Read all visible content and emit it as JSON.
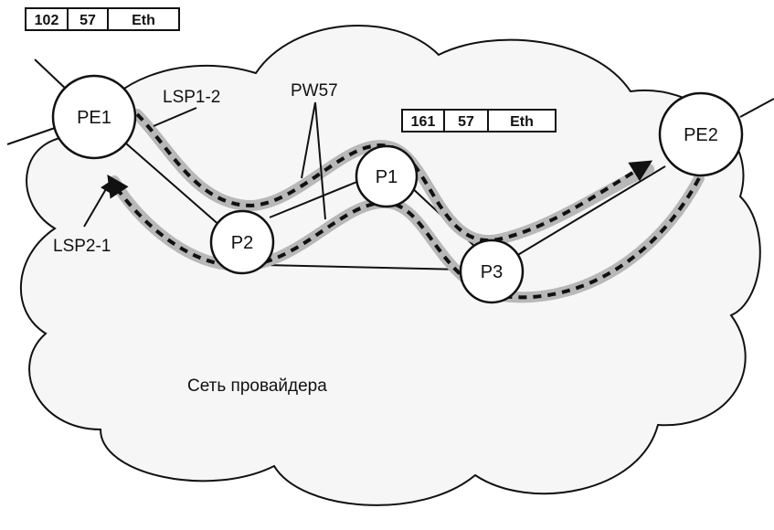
{
  "diagram": {
    "cloud_label": "Сеть провайдера",
    "nodes": [
      {
        "id": "PE1",
        "label": "PE1"
      },
      {
        "id": "P1",
        "label": "P1"
      },
      {
        "id": "P2",
        "label": "P2"
      },
      {
        "id": "P3",
        "label": "P3"
      },
      {
        "id": "PE2",
        "label": "PE2"
      }
    ],
    "links": [
      [
        "PE1",
        "P2"
      ],
      [
        "P2",
        "P1"
      ],
      [
        "P1",
        "P3"
      ],
      [
        "P2",
        "P3"
      ],
      [
        "P3",
        "PE2"
      ]
    ],
    "callouts": {
      "lsp1_2": "LSP1-2",
      "lsp2_1": "LSP2-1",
      "pw57": "PW57"
    },
    "headers": {
      "top_left": [
        "102",
        "57",
        "Eth"
      ],
      "middle": [
        "161",
        "57",
        "Eth"
      ]
    },
    "colors": {
      "ink": "#111111",
      "tunnel_shade": "#b8b8b8",
      "cloud_fill": "#f6f6f6"
    }
  }
}
